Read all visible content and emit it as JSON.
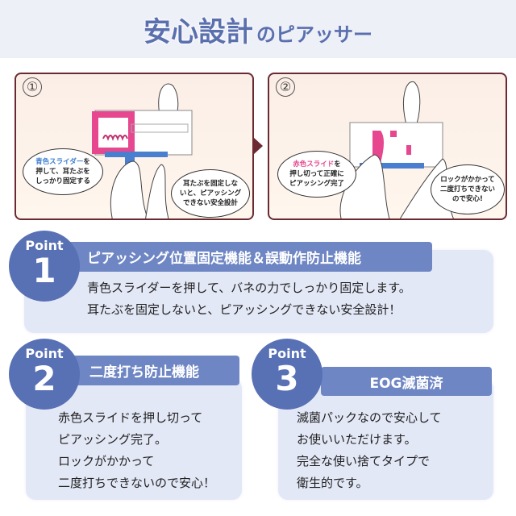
{
  "title": {
    "main": "安心設計",
    "sub": "のピアッサー"
  },
  "panels": [
    {
      "step": "①",
      "bubble_left": {
        "highlight": "青色スライダー",
        "lines": [
          "を",
          "押して、耳たぶを",
          "しっかり固定する"
        ]
      },
      "bubble_right": {
        "lines": [
          "耳たぶを固定しな",
          "いと、ピアッシング",
          "できない安全設計"
        ]
      }
    },
    {
      "step": "②",
      "bubble_left": {
        "highlight": "赤色スライド",
        "lines": [
          "を",
          "押し切って正確に",
          "ピアッシング完了"
        ]
      },
      "bubble_right": {
        "lines": [
          "ロックがかかって",
          "二度打ちできない",
          "ので安心!"
        ]
      }
    }
  ],
  "points": [
    {
      "label": "Point",
      "number": "1",
      "heading": "ピアッシング位置固定機能＆誤動作防止機能",
      "lines": [
        "青色スライダーを押して、バネの力でしっかり固定します。",
        "耳たぶを固定しないと、ピアッシングできない安全設計！"
      ]
    },
    {
      "label": "Point",
      "number": "2",
      "heading": "二度打ち防止機能",
      "lines": [
        "赤色スライドを押し切って",
        "ピアッシング完了。",
        "ロックがかかって",
        "二度打ちできないので安心！"
      ]
    },
    {
      "label": "Point",
      "number": "3",
      "heading": "EOG滅菌済",
      "lines": [
        "滅菌パックなので安心して",
        "お使いいただけます。",
        "完全な使い捨てタイプで",
        "衛生的です。"
      ]
    }
  ],
  "colors": {
    "accent": "#5870b4",
    "bar": "#6f86c4",
    "card": "#e3e8f7",
    "panel_border": "#6b2a32",
    "pink": "#e6478f",
    "blue": "#3f7fd0"
  }
}
